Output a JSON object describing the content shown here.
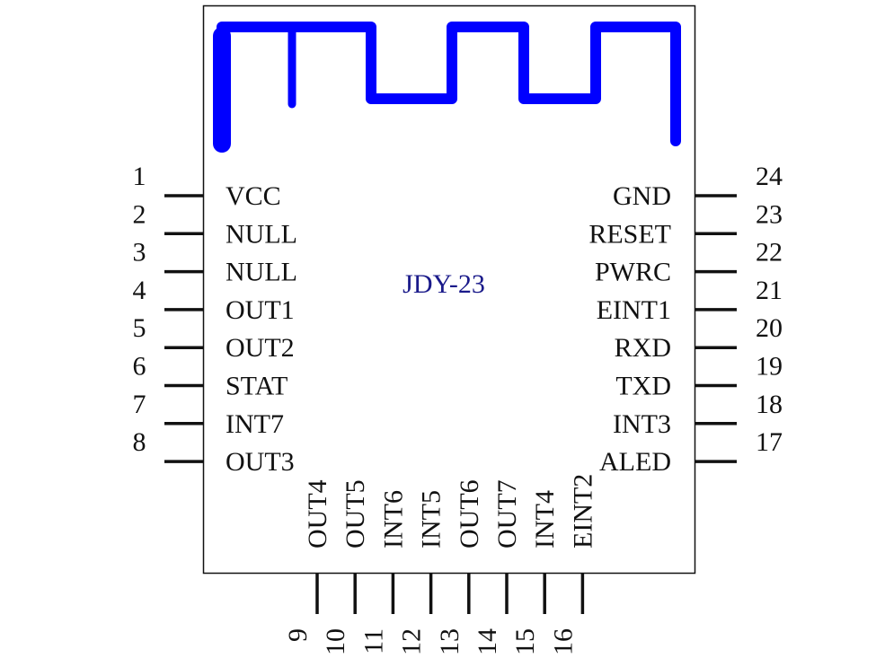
{
  "diagram": {
    "title": "JDY-23",
    "antenna_color": "#0000ff",
    "title_color": "#1a1a8a",
    "left_pins": [
      {
        "number": "1",
        "name": "VCC"
      },
      {
        "number": "2",
        "name": "NULL"
      },
      {
        "number": "3",
        "name": "NULL"
      },
      {
        "number": "4",
        "name": "OUT1"
      },
      {
        "number": "5",
        "name": "OUT2"
      },
      {
        "number": "6",
        "name": "STAT"
      },
      {
        "number": "7",
        "name": "INT7"
      },
      {
        "number": "8",
        "name": "OUT3"
      }
    ],
    "bottom_pins": [
      {
        "number": "9",
        "name": "OUT4"
      },
      {
        "number": "10",
        "name": "OUT5"
      },
      {
        "number": "11",
        "name": "INT6"
      },
      {
        "number": "12",
        "name": "INT5"
      },
      {
        "number": "13",
        "name": "OUT6"
      },
      {
        "number": "14",
        "name": "OUT7"
      },
      {
        "number": "15",
        "name": "INT4"
      },
      {
        "number": "16",
        "name": "EINT2"
      }
    ],
    "right_pins": [
      {
        "number": "24",
        "name": "GND"
      },
      {
        "number": "23",
        "name": "RESET"
      },
      {
        "number": "22",
        "name": "PWRC"
      },
      {
        "number": "21",
        "name": "EINT1"
      },
      {
        "number": "20",
        "name": "RXD"
      },
      {
        "number": "19",
        "name": "TXD"
      },
      {
        "number": "18",
        "name": "INT3"
      },
      {
        "number": "17",
        "name": "ALED"
      }
    ]
  }
}
